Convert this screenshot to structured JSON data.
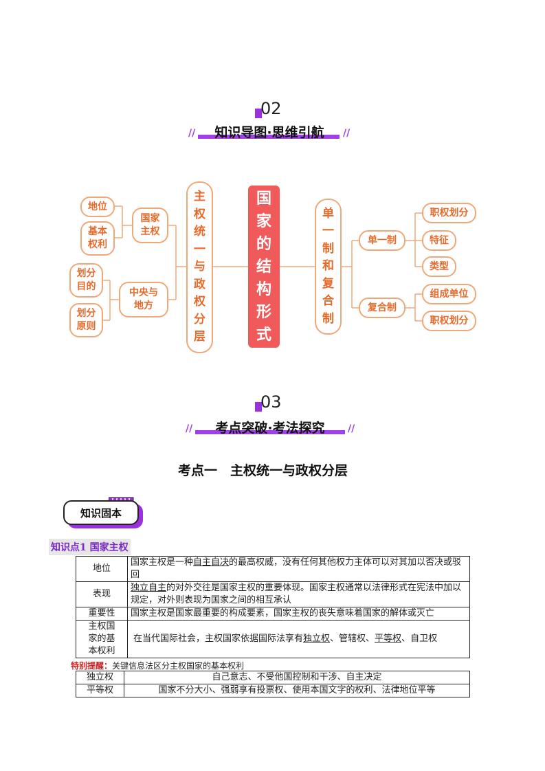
{
  "section2": {
    "number": "02",
    "title": "知识导图·思维引航"
  },
  "section3": {
    "number": "03",
    "title": "考点突破·考法探究"
  },
  "slash": "//",
  "mindmap": {
    "center": [
      "国",
      "家",
      "的",
      "结",
      "构",
      "形",
      "式"
    ],
    "left_branch": [
      "主",
      "权",
      "统",
      "一",
      "与",
      "政",
      "权",
      "分",
      "层"
    ],
    "right_branch": [
      "单",
      "一",
      "制",
      "和",
      "复",
      "合",
      "制"
    ],
    "guojia_zhuquan": "国家\n主权",
    "diwei": "地位",
    "jiben_quanli": "基本\n权利",
    "zhongyang_difang": "中央与\n地方",
    "huafen_mudi": "划分\n目的",
    "huafen_yuanze": "划分\n原则",
    "danyizhi": "单一制",
    "fuhezhi": "复合制",
    "zhiquan_huafen_1": "职权划分",
    "tezheng": "特征",
    "leixing": "类型",
    "zucheng_danwei": "组成单位",
    "zhiquan_huafen_2": "职权划分"
  },
  "topic_heading": "考点一　主权统一与政权分层",
  "badge_label": "知识固本",
  "kp_title": "知识点1 国家主权",
  "table1": {
    "row1": {
      "label": "地位",
      "pre": "国家主权是一种",
      "ul": "自主自决",
      "post": "的最高权威，没有任何其他权力主体可以对其加以否决或驳回"
    },
    "row2": {
      "label": "表现",
      "ul": "独立自主",
      "post": "的对外交往是国家主权的重要体现。国家主权通常以法律形式在宪法中加以规定，对外则表现为国家之间的相互承认"
    },
    "row3": {
      "label": "重要性",
      "text": "国家主权是国家最重要的构成要素，国家主权的丧失意味着国家的解体或灭亡"
    },
    "row4": {
      "label": "主权国家的基本权利",
      "pre": "在当代国际社会，主权国家依据国际法享有",
      "ul1": "独立权",
      "mid1": "、管辖权、",
      "ul2": "平等权",
      "post": "、自卫权"
    }
  },
  "tip": {
    "key": "特别提醒：",
    "text": "关键信息法区分主权国家的基本权利"
  },
  "table2": [
    {
      "label": "独立权",
      "text": "自己意志、不受他国控制和干涉、自主决定"
    },
    {
      "label": "平等权",
      "text": "国家不分大小、强弱享有投票权、使用本国文字的权利、法律地位平等"
    }
  ]
}
